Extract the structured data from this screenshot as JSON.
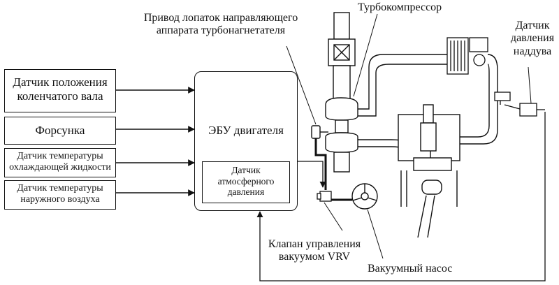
{
  "labels": {
    "actuator": [
      "Привод лопаток направляющего",
      "аппарата турбонагнетателя"
    ],
    "turbocharger": "Турбокомпрессор",
    "boost_sensor": [
      "Датчик",
      "давления",
      "наддува"
    ],
    "ecu": "ЭБУ двигателя",
    "baro_sensor": [
      "Датчик",
      "атмосферного",
      "давления"
    ],
    "vrv_valve": [
      "Клапан управления",
      "вакуумом VRV"
    ],
    "vacuum_pump": "Вакуумный насос"
  },
  "inputs": [
    {
      "lines": [
        "Датчик положения",
        "коленчатого вала"
      ]
    },
    {
      "lines": [
        "Форсунка"
      ]
    },
    {
      "lines": [
        "Датчик температуры",
        "охлаждающей жидкости"
      ]
    },
    {
      "lines": [
        "Датчик температуры",
        "наружного воздуха"
      ]
    }
  ],
  "colors": {
    "line": "#111111",
    "background": "#ffffff"
  }
}
